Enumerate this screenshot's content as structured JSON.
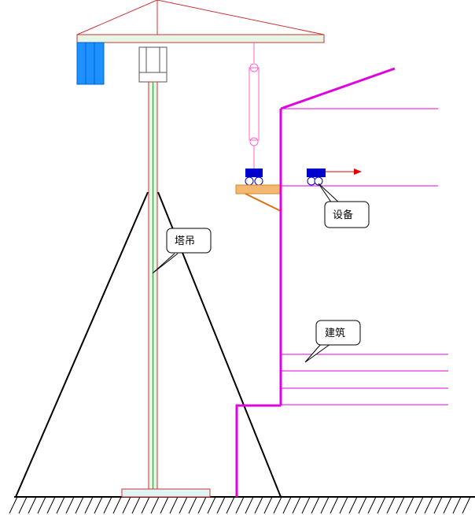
{
  "labels": {
    "tower_crane": "塔吊",
    "equipment": "设备",
    "building": "建筑"
  },
  "colors": {
    "crane_outline": "#cc3333",
    "mast_fill": "#e6f5e6",
    "counterweight": "#1e90ff",
    "building_line": "#e000e0",
    "cable": "#ff66cc",
    "trolley": "#0000cc",
    "platform": "#f5b870",
    "arrow": "#dd0000",
    "support_lines": "#000000",
    "ground_hatch": "#000000"
  }
}
